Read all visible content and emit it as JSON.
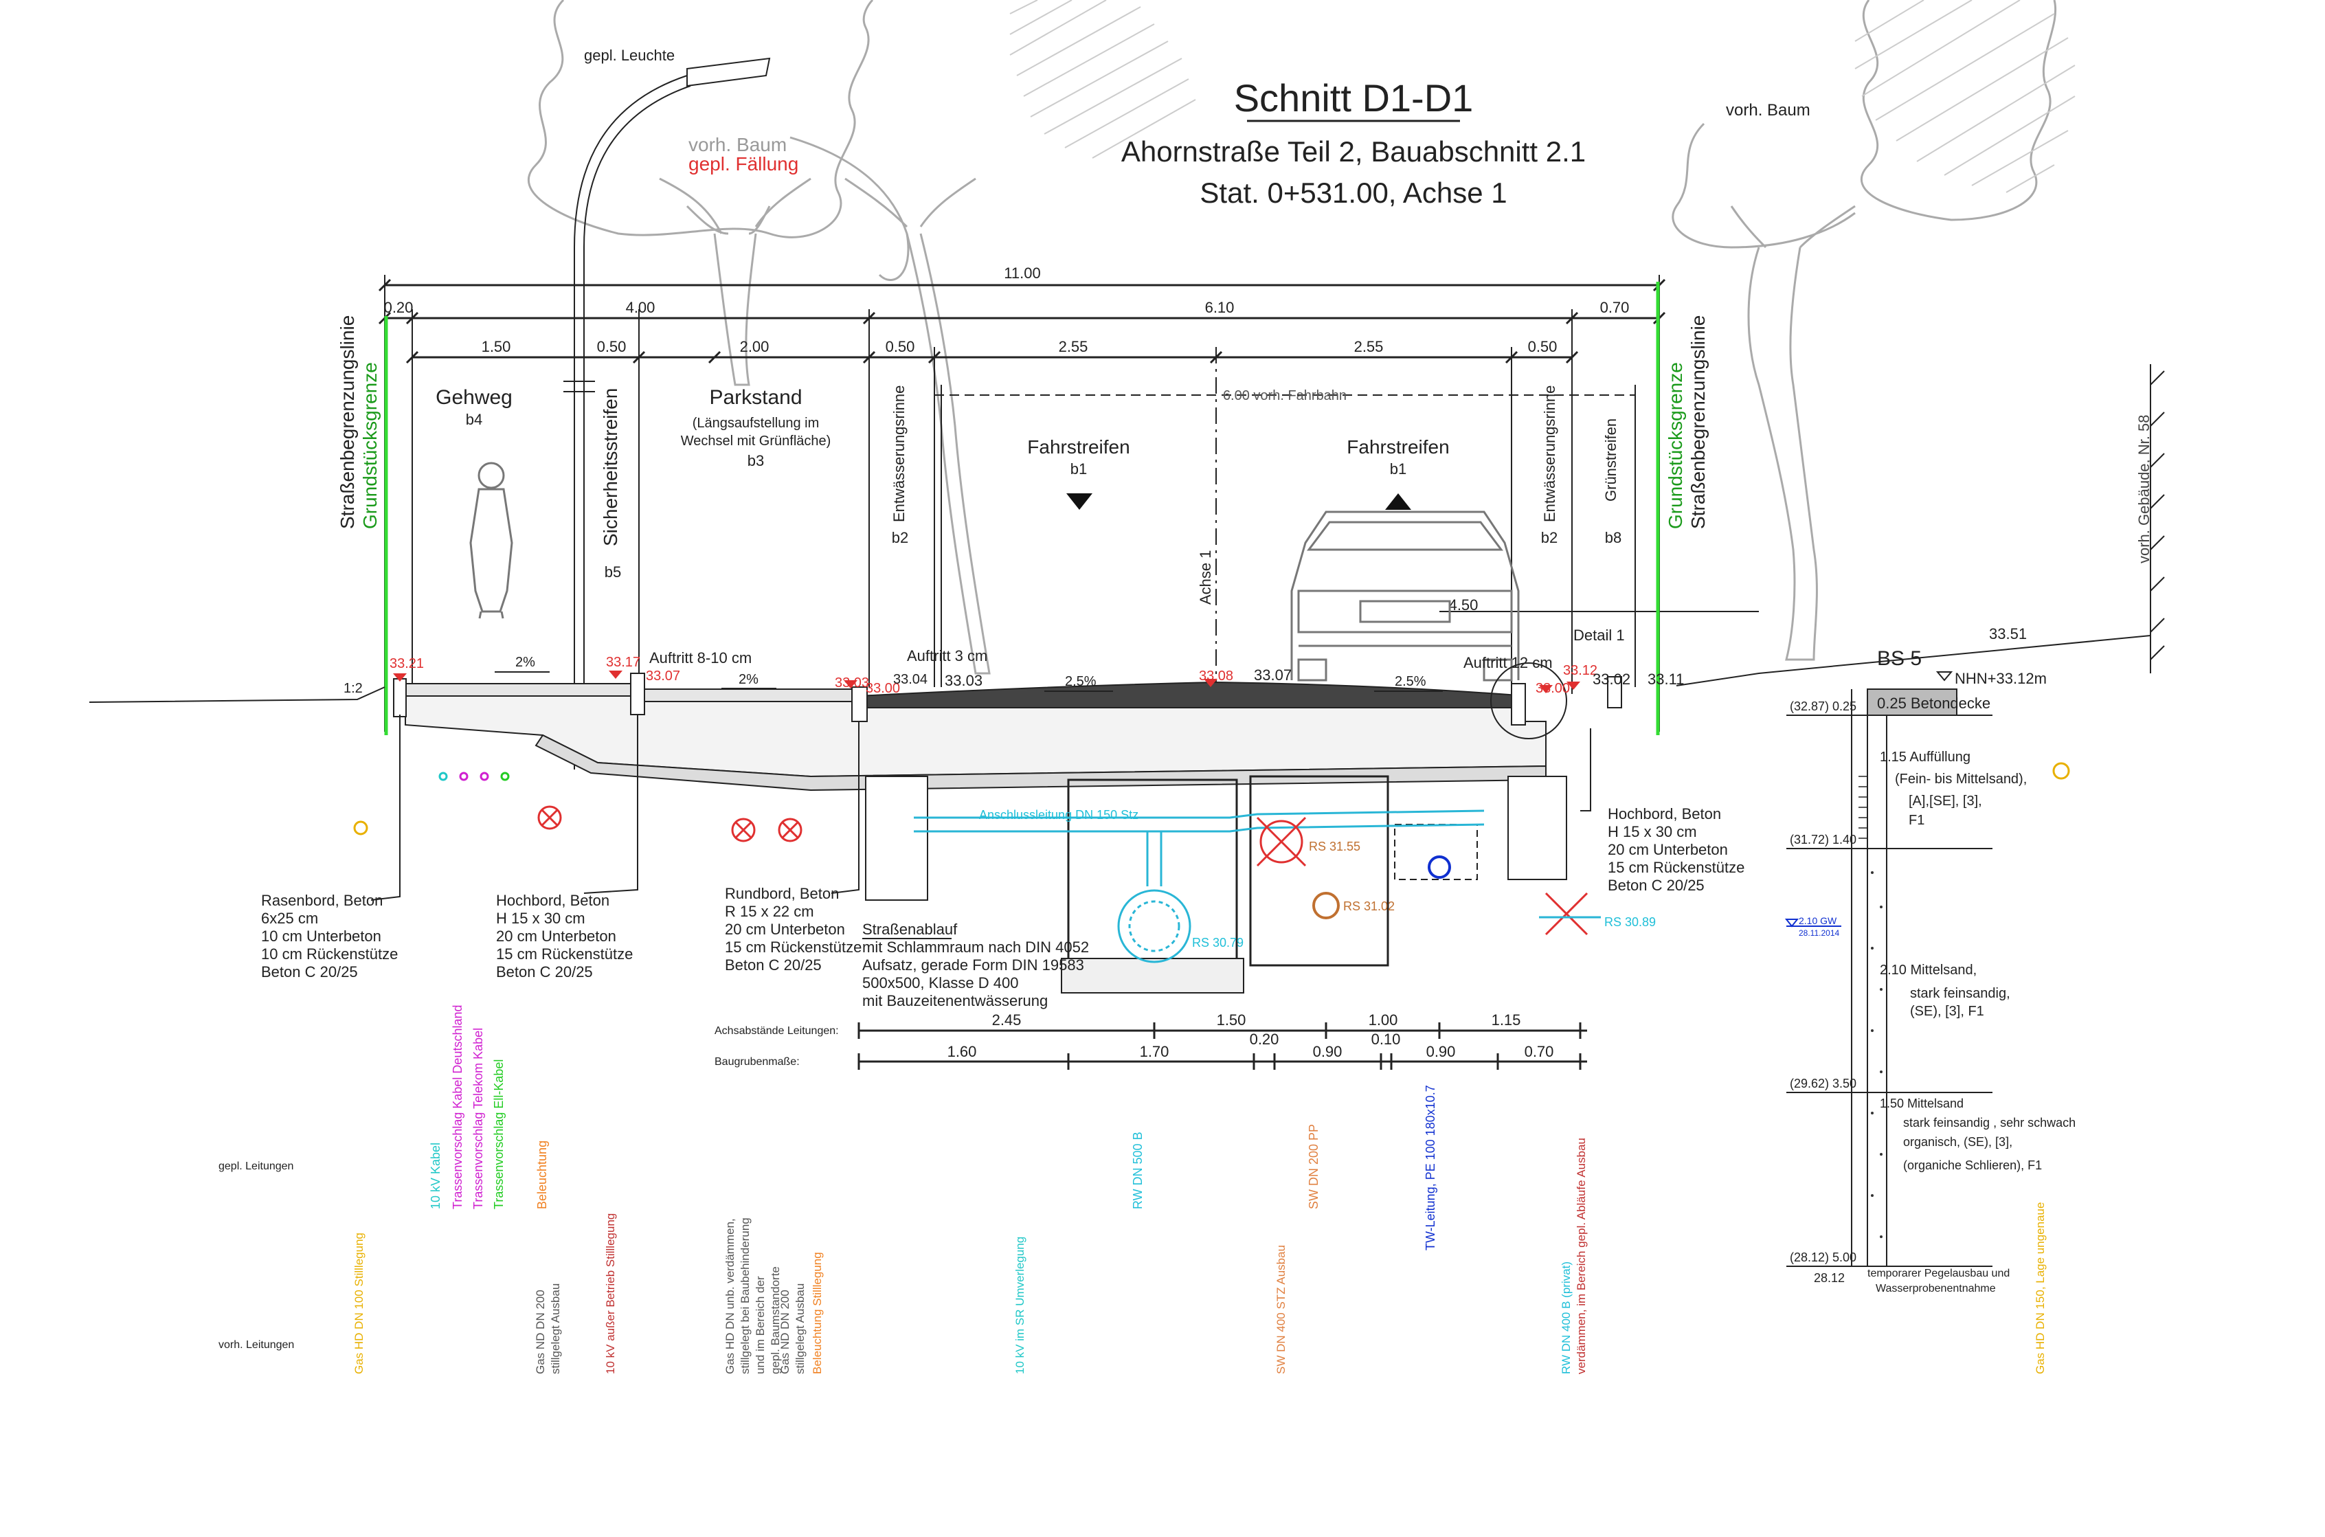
{
  "title": {
    "main": "Schnitt D1-D1",
    "line2": "Ahornstraße Teil 2, Bauabschnitt 2.1",
    "line3": "Stat. 0+531.00, Achse 1"
  },
  "top_labels": {
    "leuchte": "gepl. Leuchte",
    "baum_left": "vorh. Baum",
    "faellung": "gepl. Fällung",
    "baum_right": "vorh. Baum",
    "gebaeude": "vorh. Gebäude, Nr. 58",
    "detail": "Detail 1",
    "achse": "Achse 1",
    "fahrbahn": "6.00 vorh. Fahrbahn",
    "breite_450": "4.50"
  },
  "dimensions": {
    "total": "11.00",
    "row2": [
      "0.20",
      "4.00",
      "6.10",
      "0.70"
    ],
    "row3": [
      "1.50",
      "0.50",
      "2.00",
      "0.50",
      "2.55",
      "2.55",
      "0.50"
    ]
  },
  "zones": {
    "strassenbegrenzung_l": "Straßenbegrenzungslinie",
    "grundstuecksgrenze_l": "Grundstücksgrenze",
    "gehweg": "Gehweg",
    "gehweg_code": "b4",
    "sicherheit": "Sicherheitsstreifen",
    "sicherheit_code": "b5",
    "parkstand": "Parkstand",
    "parkstand_sub1": "(Längsaufstellung im",
    "parkstand_sub2": "Wechsel mit Grünfläche)",
    "parkstand_code": "b3",
    "entw_l": "Entwässerungsrinne",
    "entw_l_code": "b2",
    "fahr_l": "Fahrstreifen",
    "fahr_l_code": "b1",
    "fahr_r": "Fahrstreifen",
    "fahr_r_code": "b1",
    "entw_r": "Entwässerungsrinne",
    "entw_r_code": "b2",
    "gruen": "Grünstreifen",
    "gruen_code": "b8",
    "grundstuecksgrenze_r": "Grundstücksgrenze",
    "strassenbegrenzung_r": "Straßenbegrenzungslinie"
  },
  "elevations": {
    "e3321": "33.21",
    "e3317": "33.17",
    "e3307a": "33.07",
    "e3303": "33.03",
    "e3300a": "33.00",
    "e3304": "33.04",
    "e3303b": "33.03",
    "e3308": "33.08",
    "e3307b": "33.07",
    "e3312": "33.12",
    "e3300b": "33.00",
    "e3302": "33.02",
    "e3311": "33.11",
    "e3351": "33.51"
  },
  "slopes": {
    "s1": "2%",
    "s2": "2%",
    "s3": "2.5%",
    "s4": "2.5%",
    "s5": "1:2"
  },
  "auftritt": {
    "a1": "Auftritt 8-10 cm",
    "a2": "Auftritt 3 cm",
    "a3": "Auftritt 12 cm"
  },
  "annotations": {
    "rasenbord": [
      "Rasenbord, Beton",
      "6x25 cm",
      "10 cm Unterbeton",
      "10 cm Rückenstütze",
      "Beton C 20/25"
    ],
    "hochbord_l": [
      "Hochbord, Beton",
      "H 15 x 30 cm",
      "20 cm Unterbeton",
      "15 cm Rückenstütze",
      "Beton C 20/25"
    ],
    "rundbord": [
      "Rundbord, Beton",
      "R 15 x 22 cm",
      "20 cm Unterbeton",
      "15 cm Rückenstütze",
      "Beton C 20/25"
    ],
    "strassenablauf": [
      "Straßenablauf",
      "mit Schlammraum nach DIN 4052",
      "Aufsatz, gerade Form DIN 19583",
      "500x500, Klasse D 400",
      "mit Bauzeitenentwässerung"
    ],
    "hochbord_r": [
      "Hochbord, Beton",
      "H 15 x 30 cm",
      "20 cm Unterbeton",
      "15 cm Rückenstütze",
      "Beton C 20/25"
    ]
  },
  "pipes": {
    "anschluss": "Anschlussleitung DN 150 Stz",
    "rs3079": "RS 30.79",
    "rs3155": "RS 31.55",
    "rs3102": "RS 31.02",
    "rs3089": "RS 30.89"
  },
  "spacing": {
    "achs_label": "Achsabstände Leitungen:",
    "achs_values": [
      "2.45",
      "1.50",
      "1.00",
      "1.15"
    ],
    "bau_label": "Baugrubenmaße:",
    "bau_values": [
      "1.60",
      "1.70",
      "0.20",
      "0.90",
      "0.10",
      "0.90",
      "0.70"
    ]
  },
  "leitungen": {
    "gepl_label": "gepl. Leitungen",
    "vorh_label": "vorh. Leitungen",
    "gepl": [
      {
        "text": "10 kV Kabel",
        "color": "#1fc7c7"
      },
      {
        "text": "Trassenvorschlag Kabel Deutschland",
        "color": "#d020d0"
      },
      {
        "text": "Trassenvorschlag Telekom Kabel",
        "color": "#d020d0"
      },
      {
        "text": "Trassenvorschlag Ell-Kabel",
        "color": "#22cc22"
      },
      {
        "text": "Beleuchtung",
        "color": "#f08020"
      },
      {
        "text": "RW DN 500 B",
        "color": "#1fbfd8"
      },
      {
        "text": "SW DN 200 PP",
        "color": "#e08040"
      },
      {
        "text": "TW-Leitung, PE 100 180x10.7",
        "color": "#1030d0"
      }
    ],
    "vorh": [
      {
        "text": "Gas HD DN 100   Stilllegung",
        "color": "#e8b000"
      },
      {
        "text": "Gas ND DN 200",
        "color": "#555555"
      },
      {
        "text": "stillgelegt  Ausbau",
        "color": "#555555"
      },
      {
        "text": "10 kV außer Betrieb   Stilllegung",
        "color": "#c03030"
      },
      {
        "text": "Gas HD DN unb.  verdämmen,",
        "color": "#555555"
      },
      {
        "text": "stillgelegt   bei Baubehinderung",
        "color": "#555555"
      },
      {
        "text": "und im Bereich der",
        "color": "#555555"
      },
      {
        "text": "gepl. Baumstandorte",
        "color": "#555555"
      },
      {
        "text": "Gas ND DN 200",
        "color": "#555555"
      },
      {
        "text": "stillgelegt   Ausbau",
        "color": "#555555"
      },
      {
        "text": "Beleuchtung   Stilllegung",
        "color": "#f08020"
      },
      {
        "text": "10 kV im SR   Umverlegung",
        "color": "#1fc7c7"
      },
      {
        "text": "SW DN 400 STZ   Ausbau",
        "color": "#e08040"
      },
      {
        "text": "RW DN 400 B (privat)",
        "color": "#1fbfd8"
      },
      {
        "text": "verdämmen, im Bereich gepl. Abläufe Ausbau",
        "color": "#c03030"
      },
      {
        "text": "Gas HD DN 150, Lage ungenaue",
        "color": "#e8b000"
      }
    ]
  },
  "borehole": {
    "name": "BS 5",
    "nhn": "NHN+33.12m",
    "layers": [
      {
        "top": "(32.87) 0.25",
        "lines": [
          "0.25  Betondecke"
        ]
      },
      {
        "top": "(31.72) 1.40",
        "lines": [
          "1.15  Auffüllung",
          "(Fein- bis Mittelsand),",
          "[A],[SE], [3],",
          "F1"
        ]
      },
      {
        "top": "(29.62) 3.50",
        "lines": [
          "2.10  Mittelsand,",
          "stark feinsandig,",
          "(SE), [3],  F1"
        ]
      },
      {
        "top": "(28.12) 5.00",
        "lines": [
          "1.50  Mittelsand",
          "stark feinsandig , sehr schwach",
          "organisch, (SE), [3],",
          "(organiche Schlieren), F1"
        ]
      }
    ],
    "bottom": "28.12",
    "water1": "2.10 GW",
    "water2": "28.11.2014",
    "footer1": "temporarer Pegelausbau und",
    "footer2": "Wasserprobenentnahme"
  }
}
